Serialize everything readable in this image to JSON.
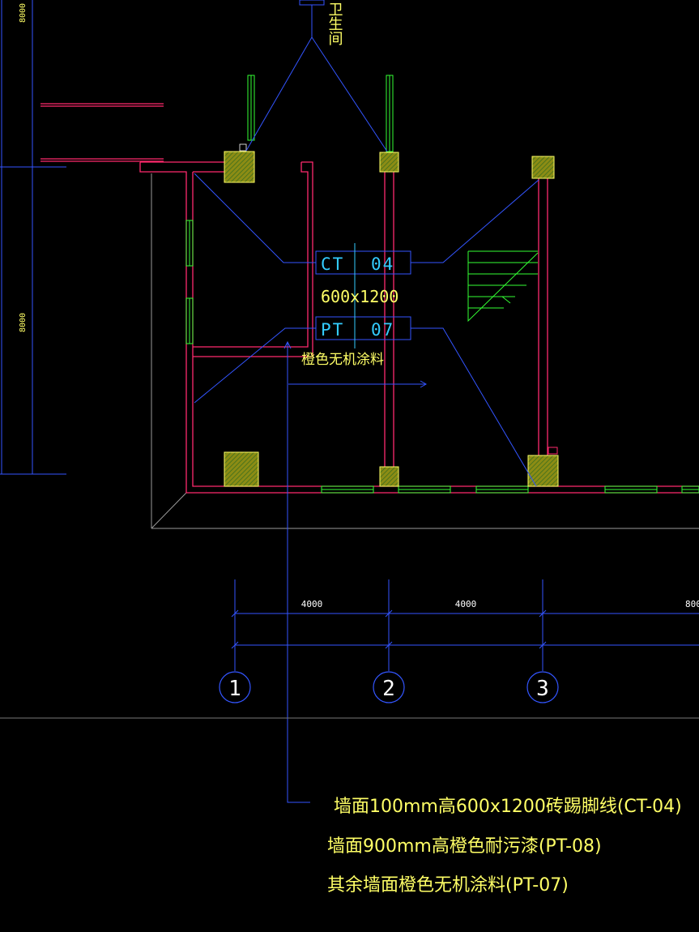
{
  "colors": {
    "background": "#000000",
    "blue_line": "#3355ff",
    "red_wall": "#ff2a6e",
    "green_window": "#33ff33",
    "yellow_text": "#ffff66",
    "cyan_text": "#33ccff",
    "column_fill": "#8c8c14",
    "grey_line": "#9a9a9a"
  },
  "top_label": "卫生间",
  "dimensions": {
    "left_top": "8000",
    "left_mid": "8000",
    "bottom": [
      "4000",
      "4000",
      "800"
    ]
  },
  "axes": [
    "1",
    "2",
    "3"
  ],
  "tags": {
    "ct_code": "CT",
    "ct_num": "04",
    "size": "600x1200",
    "pt_code": "PT",
    "pt_num": "07",
    "pt_desc": "橙色无机涂料"
  },
  "notes": [
    "墙面100mm高600x1200砖踢脚线(CT-04)",
    "墙面900mm高橙色耐污漆(PT-08)",
    "其余墙面橙色无机涂料(PT-07)"
  ]
}
